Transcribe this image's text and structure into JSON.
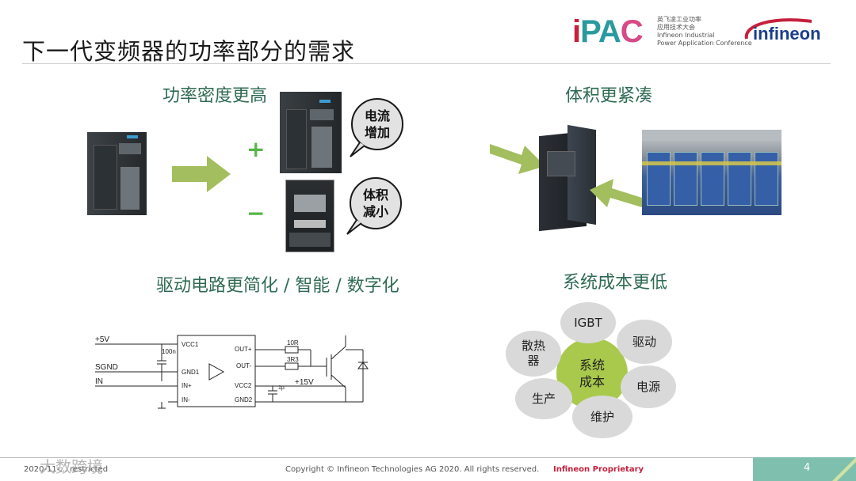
{
  "slide": {
    "title": "下一代变频器的功率部分的需求",
    "page_number": "4"
  },
  "header": {
    "ipac_logo_text": "iPAC",
    "ipac_subtitle": "英飞凌工业功率\n应用技术大会\nInfineon Industrial\nPower Application Conference",
    "infineon_logo_text": "infineon"
  },
  "sections": {
    "power_density": {
      "heading": "功率密度更高",
      "plus_symbol": "+",
      "minus_symbol": "−",
      "bubble_current": "电流\n增加",
      "bubble_volume": "体积\n减小"
    },
    "compact": {
      "heading": "体积更紧凑"
    },
    "driver": {
      "heading": "驱动电路更简化 / 智能 / 数字化",
      "labels": {
        "p5v": "+5V",
        "c100n": "100n",
        "sgnd": "SGND",
        "in": "IN",
        "vcc1": "VCC1",
        "gnd1": "GND1",
        "in_plus": "IN+",
        "in_minus": "IN-",
        "out_plus": "OUT+",
        "out_minus": "OUT-",
        "vcc2": "VCC2",
        "gnd2": "GND2",
        "r1": "10R",
        "r2": "3R3",
        "c1u": "1µ",
        "p15v": "+15V"
      }
    },
    "cost": {
      "heading": "系统成本更低",
      "center": "系统\n成本",
      "petals": {
        "igbt": "IGBT",
        "drive": "驱动",
        "power": "电源",
        "maintenance": "维护",
        "production": "生产",
        "heatsink": "散热\n器"
      }
    }
  },
  "footer": {
    "left": "2020-11-... restricted",
    "copyright": "Copyright © Infineon Technologies AG 2020. All rights reserved.",
    "proprietary": "Infineon  Proprietary",
    "watermark": "大数跨境"
  },
  "colors": {
    "heading_green": "#2f6b54",
    "arrow_green": "#a3be5e",
    "symbol_green": "#58b54a",
    "flower_center": "#a8c94c",
    "petal_gray": "#d9d9d9",
    "infineon_red": "#c6203c",
    "infineon_blue": "#1a3e8c",
    "footer_teal": "#7fbfae"
  }
}
